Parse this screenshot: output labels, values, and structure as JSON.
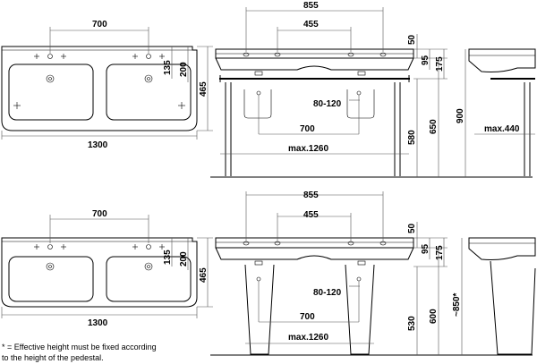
{
  "top_views": [
    {
      "width_700": "700",
      "width_1300": "1300",
      "d135": "135",
      "d200": "200",
      "d465": "465"
    },
    {
      "width_700": "700",
      "width_1300": "1300",
      "d135": "135",
      "d200": "200",
      "d465": "465"
    }
  ],
  "front_view_1": {
    "w855": "855",
    "w455": "455",
    "w700": "700",
    "max1260": "max.1260",
    "r80_120": "80-120",
    "h50": "50",
    "h95": "95",
    "h175": "175",
    "h580": "580",
    "h650": "650",
    "h900": "900"
  },
  "front_view_2": {
    "w855": "855",
    "w455": "455",
    "w700": "700",
    "max1260": "max.1260",
    "r80_120": "80-120",
    "h50": "50",
    "h95": "95",
    "h175": "175",
    "h530": "530",
    "h600": "600",
    "h850": "~850*"
  },
  "side_view_1": {
    "max440": "max.440"
  },
  "footnote": {
    "line1": "* = Effective height must be fixed according",
    "line2": "to the height of the pedestal."
  }
}
